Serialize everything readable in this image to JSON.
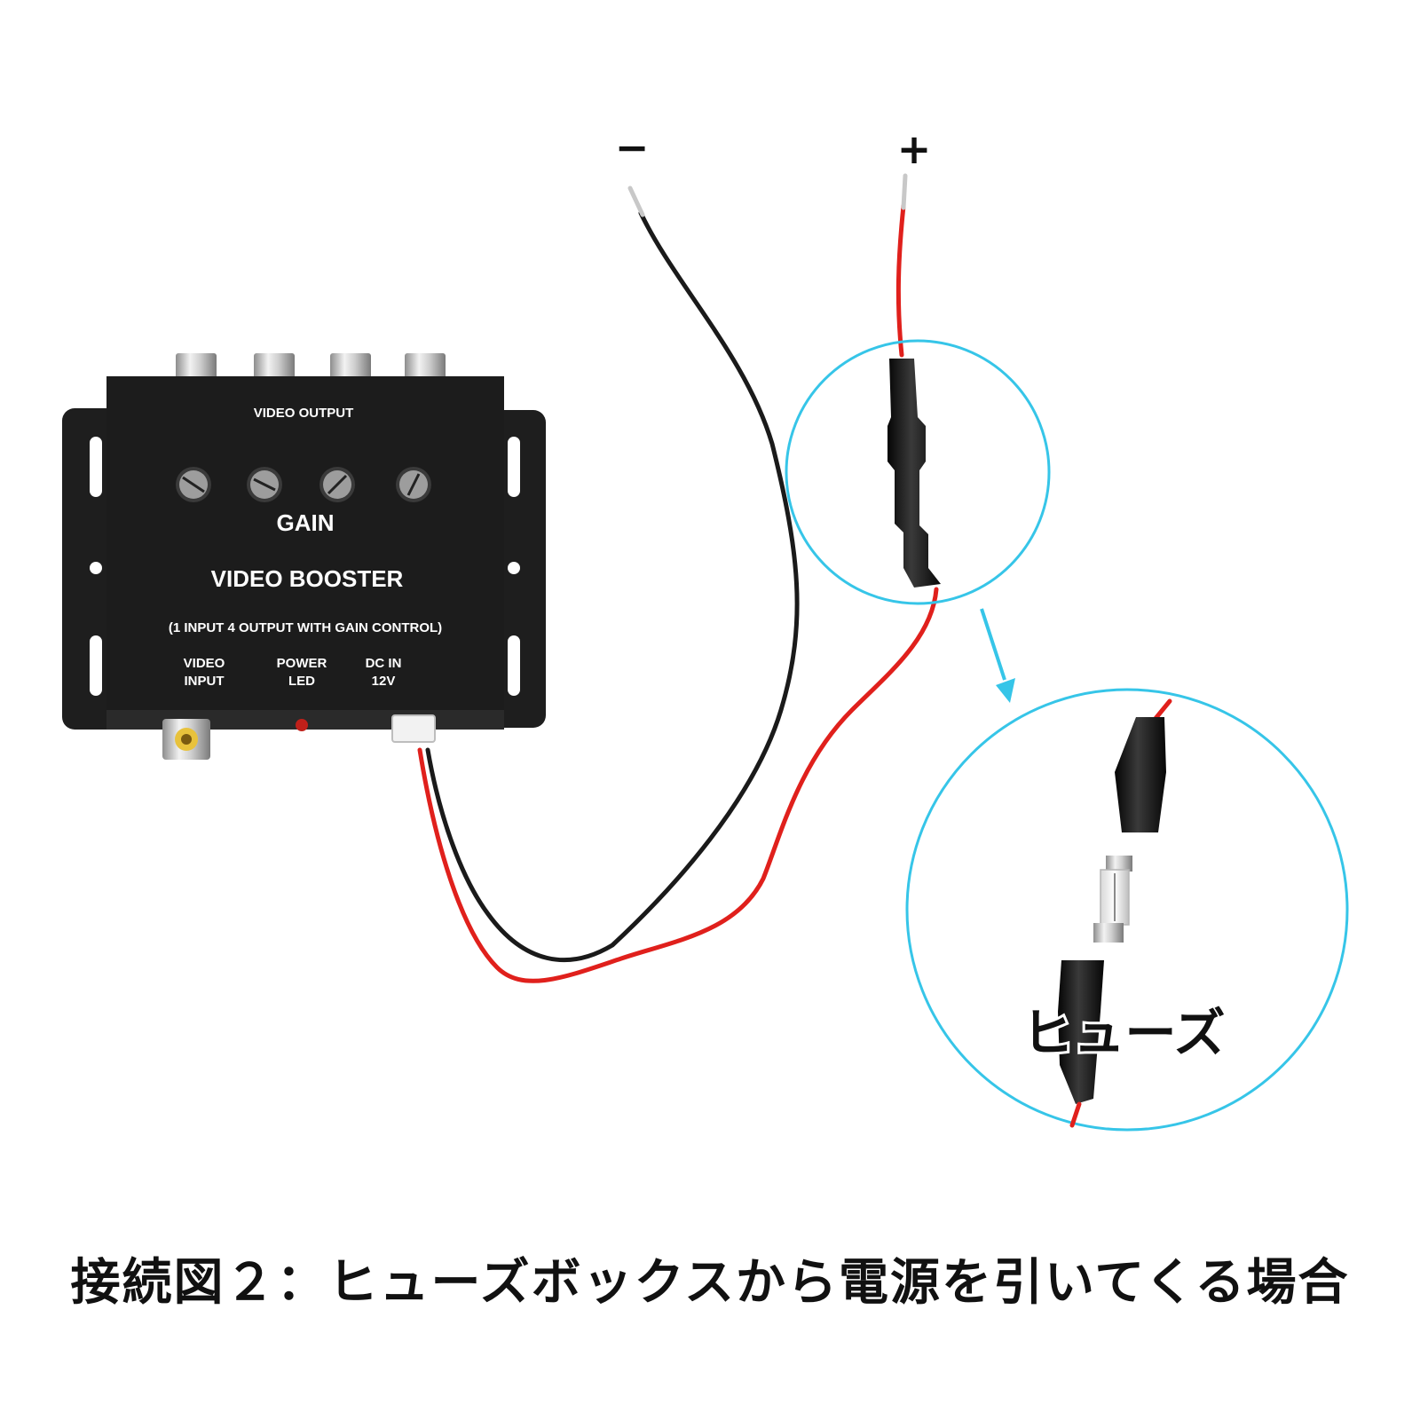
{
  "device": {
    "video_output_label": "VIDEO OUTPUT",
    "gain_label": "GAIN",
    "product_name": "VIDEO BOOSTER",
    "product_subtitle": "(1 INPUT 4 OUTPUT WITH GAIN CONTROL)",
    "video_input_line1": "VIDEO",
    "video_input_line2": "INPUT",
    "power_led_line1": "POWER",
    "power_led_line2": "LED",
    "dc_in_line1": "DC IN",
    "dc_in_line2": "12V"
  },
  "wires": {
    "negative_symbol": "−",
    "positive_symbol": "+"
  },
  "fuse_callout": {
    "label": "ヒューズ"
  },
  "caption": "接続図２：ヒューズボックスから電源を引いてくる場合",
  "colors": {
    "wire_red": "#e0201c",
    "wire_black": "#1a1a1a",
    "callout_circle": "#36c5e8",
    "device_body": "#1c1c1c"
  }
}
